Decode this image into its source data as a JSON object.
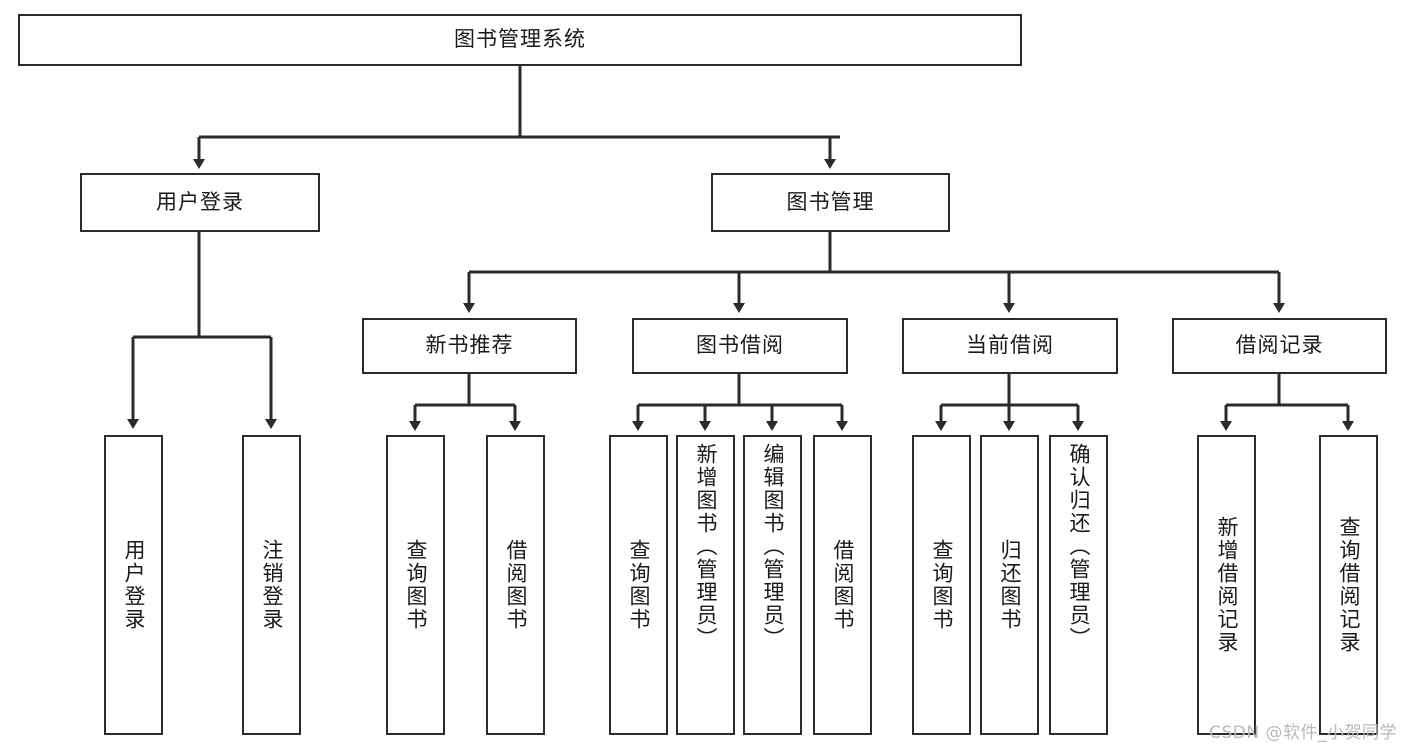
{
  "diagram": {
    "type": "tree",
    "title": "图书管理系统",
    "stroke_color": "#2b2b2b",
    "text_color": "#1a1a1a",
    "background_color": "#ffffff",
    "root": {
      "label": "图书管理系统"
    },
    "level2": [
      {
        "label": "用户登录"
      },
      {
        "label": "图书管理"
      }
    ],
    "level3": [
      {
        "label": "新书推荐"
      },
      {
        "label": "图书借阅"
      },
      {
        "label": "当前借阅"
      },
      {
        "label": "借阅记录"
      }
    ],
    "leaves": {
      "user_login": [
        {
          "label": "用户登录"
        },
        {
          "label": "注销登录"
        }
      ],
      "new_book_recommend": [
        {
          "label": "查询图书"
        },
        {
          "label": "借阅图书"
        }
      ],
      "book_borrow": [
        {
          "label": "查询图书"
        },
        {
          "label": "新增图书（管理员）"
        },
        {
          "label": "编辑图书（管理员）"
        },
        {
          "label": "借阅图书"
        }
      ],
      "current_borrow": [
        {
          "label": "查询图书"
        },
        {
          "label": "归还图书"
        },
        {
          "label": "确认归还（管理员）"
        }
      ],
      "borrow_record": [
        {
          "label": "新增借阅记录"
        },
        {
          "label": "查询借阅记录"
        }
      ]
    }
  },
  "watermark": {
    "text": "CSDN @软件_小贺同学"
  }
}
